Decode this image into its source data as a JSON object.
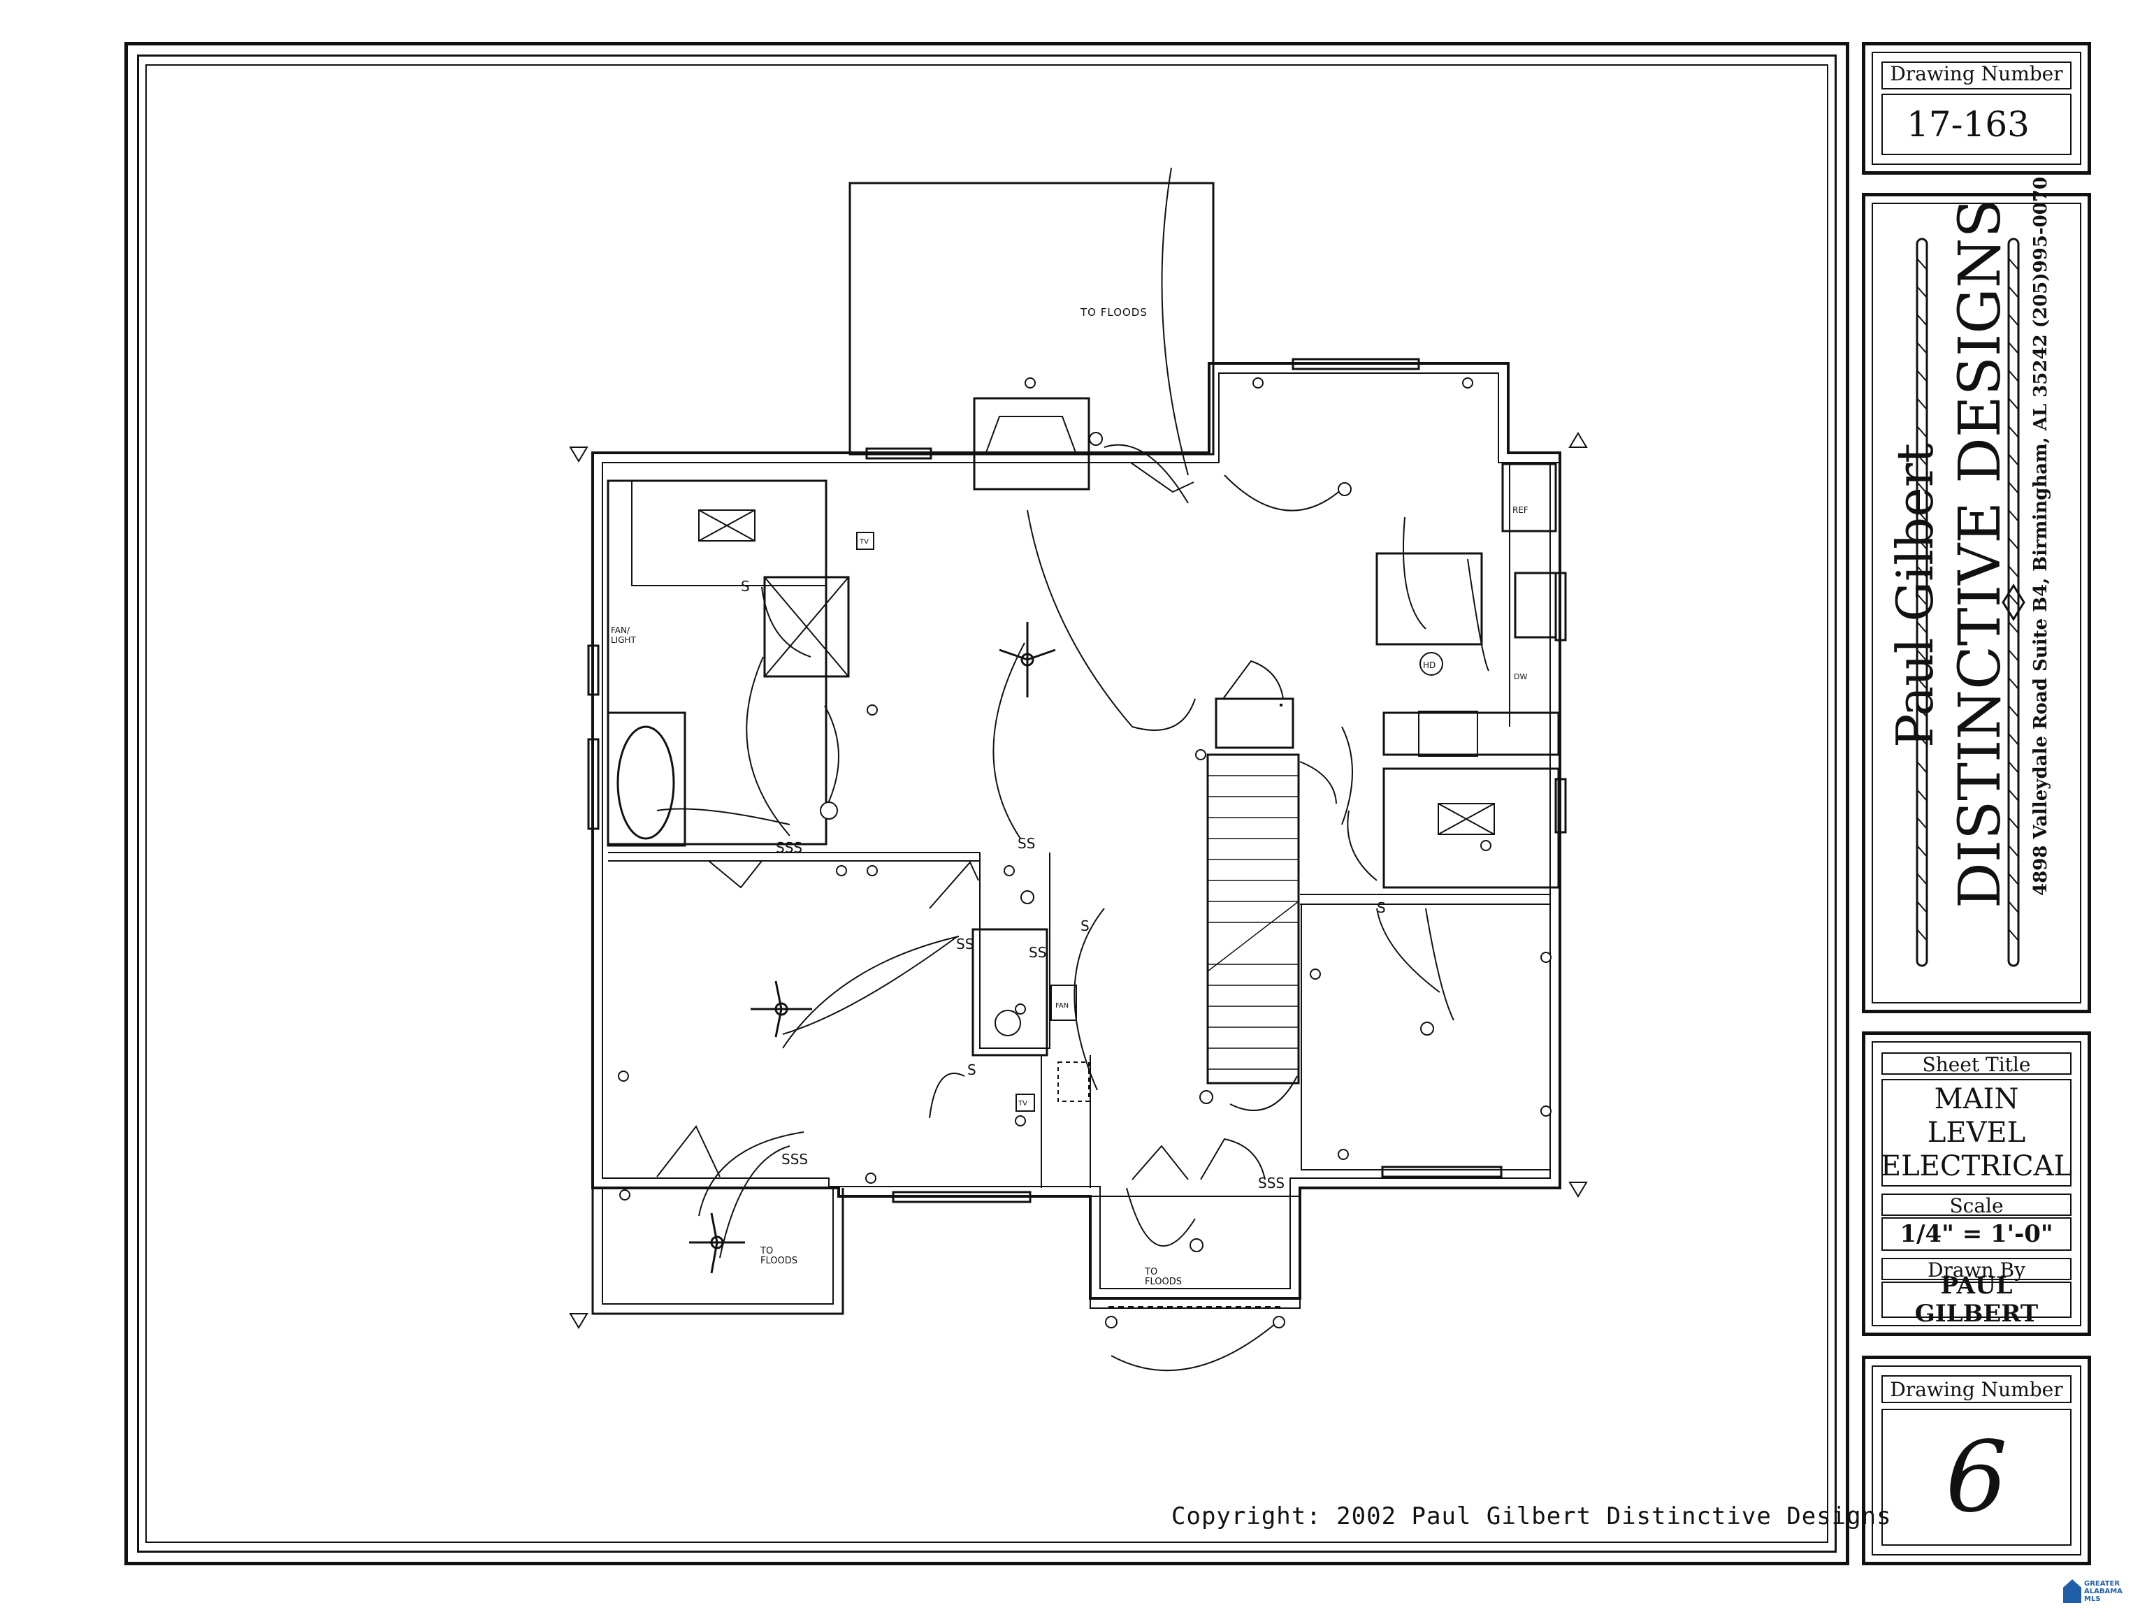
{
  "title_block": {
    "drawing_number_label": "Drawing Number",
    "drawing_number_value": "17-163",
    "firm_name_1": "Paul Gilbert",
    "firm_name_2": "DISTINCTIVE DESIGNS",
    "firm_address": "4898 Valleydale Road Suite B4, Birmingham, AL 35242  (205)995-0070",
    "sheet_title_label": "Sheet Title",
    "sheet_title_line1": "MAIN LEVEL",
    "sheet_title_line2": "ELECTRICAL",
    "scale_label": "Scale",
    "scale_value": "1/4\" = 1'-0\"",
    "drawn_by_label": "Drawn By",
    "drawn_by_value": "PAUL GILBERT",
    "sheet_number_label": "Drawing Number",
    "sheet_number_value": "6"
  },
  "plan_notes": {
    "to_floods_top": "TO FLOODS",
    "to_floods_left_1": "TO",
    "to_floods_left_2": "FLOODS",
    "to_floods_center_1": "TO",
    "to_floods_center_2": "FLOODS",
    "fan_light": "FAN/",
    "fan_light_2": "LIGHT",
    "tv_1": "TV",
    "tv_2": "TV",
    "ref": "REF",
    "hd": "HD",
    "dw": "DW",
    "fan": "FAN",
    "switch": "S",
    "switch_3": "SSS",
    "switch_2": "SS"
  },
  "copyright": "Copyright:  2002  Paul  Gilbert  Distinctive  Designs",
  "watermark": {
    "line1": "GREATER",
    "line2": "ALABAMA",
    "line3": "MLS"
  }
}
